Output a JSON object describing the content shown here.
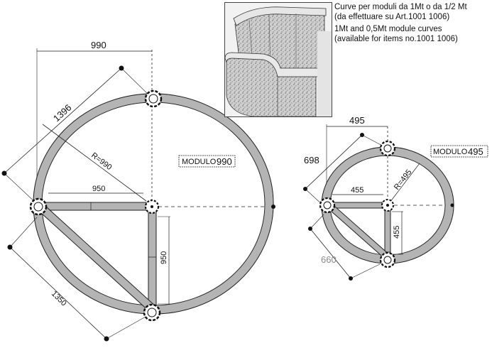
{
  "caption": {
    "line1": "Curve per moduli da 1Mt o da 1/2 Mt",
    "line2": "(da effettuare su Art.1001 1006)",
    "line3": "1Mt and 0,5Mt module curves",
    "line4": "(available for items no.1001 1006)"
  },
  "big": {
    "module_prefix": "MODULO",
    "module_value": "990",
    "dim_top": "990",
    "dim_diag": "1396",
    "dim_radius": "R=990",
    "dim_horizontal": "950",
    "dim_vertical": "950",
    "dim_bottom_diag": "1350"
  },
  "small": {
    "module_prefix": "MODULO",
    "module_value": "495",
    "dim_top": "495",
    "dim_diag": "698",
    "dim_radius": "R=495",
    "dim_horizontal": "455",
    "dim_vertical": "455",
    "dim_bottom_diag": "660"
  },
  "colors": {
    "ring": "#b4b4b4",
    "ring_edge": "#222222",
    "line": "#111111",
    "grey_text": "#8a8a8a"
  }
}
